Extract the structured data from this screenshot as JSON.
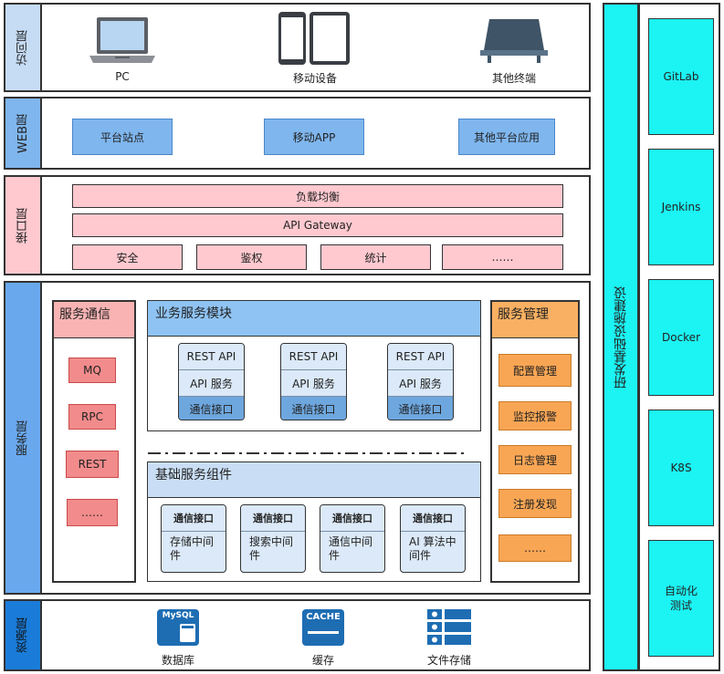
{
  "layers": {
    "access": {
      "label": "访问层",
      "devices": [
        {
          "label": "PC",
          "icon": "laptop-icon"
        },
        {
          "label": "移动设备",
          "icon": "mobile-devices-icon"
        },
        {
          "label": "其他终端",
          "icon": "terminal-icon"
        }
      ]
    },
    "web": {
      "label": "WEB层",
      "items": [
        "平台站点",
        "移动APP",
        "其他平台应用"
      ]
    },
    "interface": {
      "label": "接口层",
      "load_balance": "负载均衡",
      "gateway": "API Gateway",
      "items": [
        "安全",
        "鉴权",
        "统计",
        "……"
      ]
    },
    "service": {
      "label": "服务层",
      "communication": {
        "title": "服务通信",
        "items": [
          "MQ",
          "RPC",
          "REST",
          "……"
        ]
      },
      "business": {
        "title": "业务服务模块",
        "modules": [
          {
            "rest": "REST API",
            "api": "API 服务",
            "comm": "通信接口"
          },
          {
            "rest": "REST API",
            "api": "API 服务",
            "comm": "通信接口"
          },
          {
            "rest": "REST API",
            "api": "API 服务",
            "comm": "通信接口"
          }
        ]
      },
      "basic": {
        "title": "基础服务组件",
        "components": [
          {
            "header": "通信接口",
            "body": "存储中间件"
          },
          {
            "header": "通信接口",
            "body": "搜索中间件"
          },
          {
            "header": "通信接口",
            "body": "通信中间件"
          },
          {
            "header": "通信接口",
            "body": "AI 算法中间件"
          }
        ]
      },
      "management": {
        "title": "服务管理",
        "items": [
          "配置管理",
          "监控报警",
          "日志管理",
          "注册发现",
          "……"
        ]
      }
    },
    "resource": {
      "label": "资源层",
      "items": [
        {
          "label": "数据库",
          "icon": "mysql-database-icon",
          "badge": "MySQL"
        },
        {
          "label": "缓存",
          "icon": "cache-icon",
          "badge": "CACHE"
        },
        {
          "label": "文件存储",
          "icon": "file-storage-icon"
        }
      ]
    }
  },
  "infrastructure": {
    "label": "研发基础设施建设",
    "items": [
      "GitLab",
      "Jenkins",
      "Docker",
      "K8S",
      "自动化测试"
    ]
  },
  "colors": {
    "access_label": "#c6dcf5",
    "web_label": "#7fb6ee",
    "interface_label": "#ffc9cf",
    "service_label": "#6aa8ee",
    "resource_label": "#1a7cd8",
    "infra": "#1cf3f3"
  }
}
